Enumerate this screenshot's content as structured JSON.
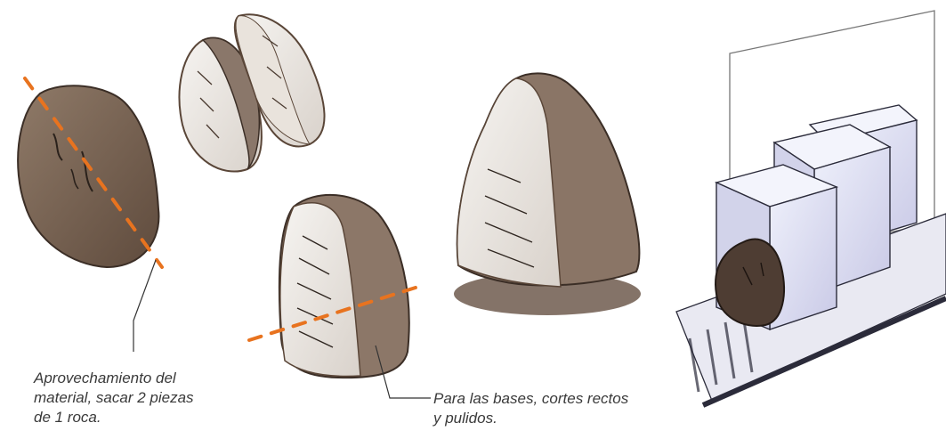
{
  "annotations": {
    "material_use": {
      "lines": [
        "Aprovechamiento del",
        "material, sacar 2 piezas",
        "de 1 roca."
      ]
    },
    "bases_cut": {
      "lines": [
        "Para las bases, cortes rectos",
        "y pulidos."
      ]
    }
  },
  "colors": {
    "rock": "#7a6454",
    "rock_dark": "#5a4638",
    "cut_face": "#f1eeea",
    "cut_line": "#e8731f",
    "box": "#dcdcf0",
    "ink": "#2b2b3a"
  }
}
